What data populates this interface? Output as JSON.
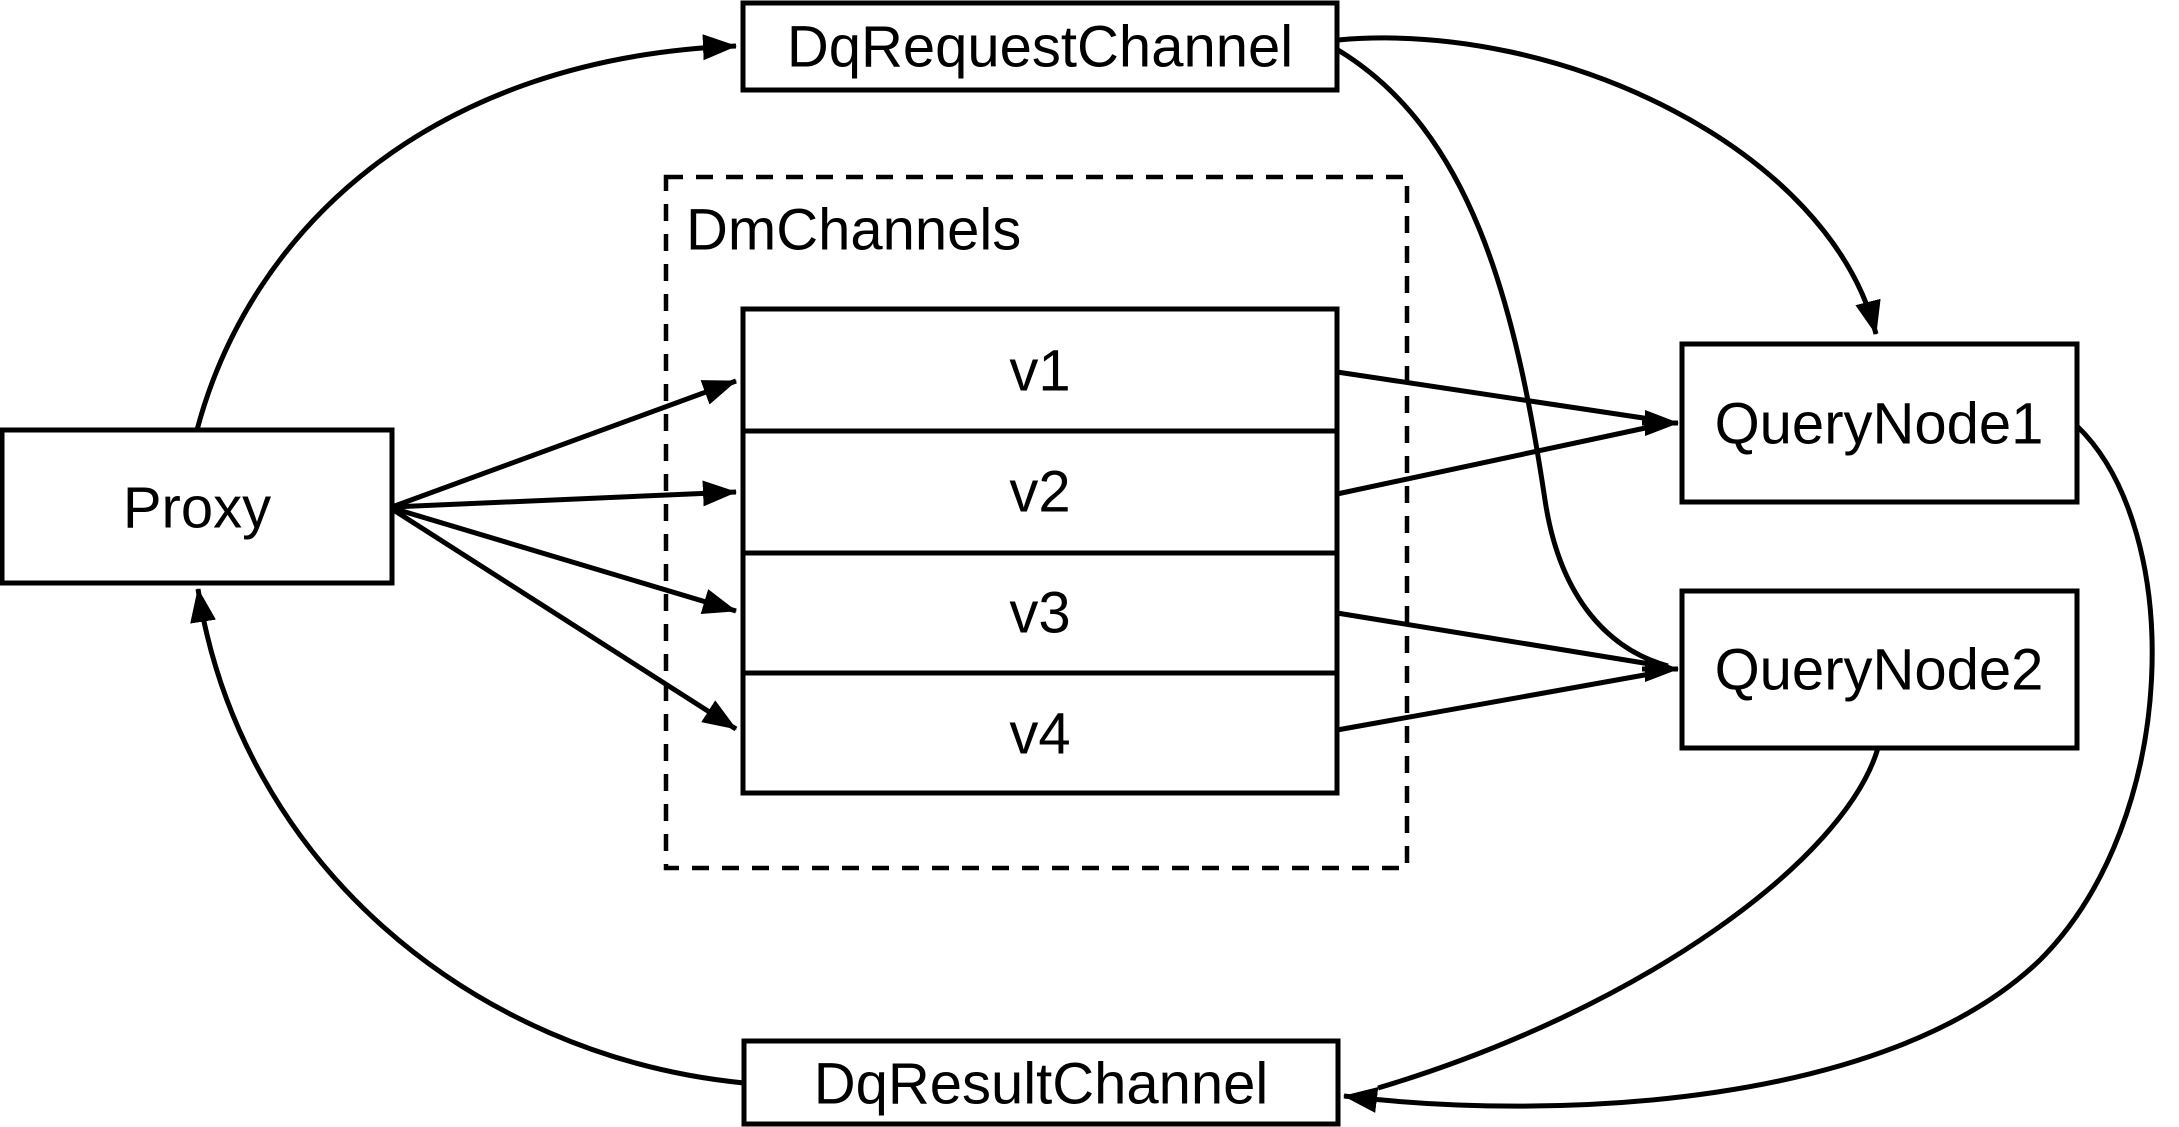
{
  "diagram": {
    "colors": {
      "background": "#ffffff",
      "stroke": "#000000",
      "text": "#000000"
    },
    "nodes": {
      "proxy": {
        "label": "Proxy"
      },
      "dq_request_channel": {
        "label": "DqRequestChannel"
      },
      "dm_channels_group": {
        "label": "DmChannels"
      },
      "channels": [
        {
          "label": "v1"
        },
        {
          "label": "v2"
        },
        {
          "label": "v3"
        },
        {
          "label": "v4"
        }
      ],
      "query_node_1": {
        "label": "QueryNode1"
      },
      "query_node_2": {
        "label": "QueryNode2"
      },
      "dq_result_channel": {
        "label": "DqResultChannel"
      }
    },
    "edges": [
      {
        "from": "Proxy",
        "to": "DqRequestChannel"
      },
      {
        "from": "Proxy",
        "to": "v1"
      },
      {
        "from": "Proxy",
        "to": "v2"
      },
      {
        "from": "Proxy",
        "to": "v3"
      },
      {
        "from": "Proxy",
        "to": "v4"
      },
      {
        "from": "v1",
        "to": "QueryNode1"
      },
      {
        "from": "v2",
        "to": "QueryNode1"
      },
      {
        "from": "v3",
        "to": "QueryNode2"
      },
      {
        "from": "v4",
        "to": "QueryNode2"
      },
      {
        "from": "DqRequestChannel",
        "to": "QueryNode1"
      },
      {
        "from": "DqRequestChannel",
        "to": "QueryNode2"
      },
      {
        "from": "QueryNode1",
        "to": "DqResultChannel"
      },
      {
        "from": "QueryNode2",
        "to": "DqResultChannel"
      },
      {
        "from": "DqResultChannel",
        "to": "Proxy"
      }
    ]
  }
}
